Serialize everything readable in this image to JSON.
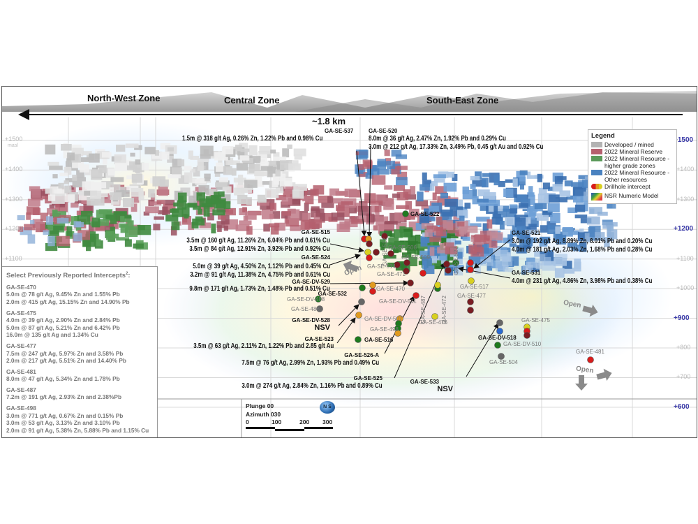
{
  "zones": [
    "North-West Zone",
    "Central Zone",
    "South-East Zone"
  ],
  "distance_label": "~1.8 km",
  "elevation_labels_right": [
    "+1500",
    "+1400",
    "+1300",
    "+1200",
    "+1100",
    "+1000",
    "+900",
    "+800",
    "+700",
    "+600"
  ],
  "elevation_left": {
    "top": "+1500",
    "unit": "masl",
    "others": [
      "+1400",
      "+1300",
      "+1200",
      "+1100"
    ]
  },
  "legend": {
    "title": "Legend",
    "items": [
      {
        "label": "Developed / mined",
        "color": "#b3b3b3"
      },
      {
        "label": "2022 Mineral Reserve",
        "color": "#b5606e"
      },
      {
        "label": "2022 Mineral Resource - higher grade zones",
        "color": "#5a9a5a"
      },
      {
        "label": "2022 Mineral Resource - Other resources",
        "color": "#4a82c0"
      },
      {
        "label": "Drillhole intercept",
        "icon": "drillhole-dots-icon"
      },
      {
        "label": "NSR Numeric Model",
        "icon": "nsr-model-swatch-icon"
      }
    ]
  },
  "intercepts": [
    {
      "hole": "GA-SE-537",
      "lines": [
        "1.5m @ 318 g/t Ag, 0.26% Zn, 1.22% Pb and 0.98% Cu"
      ]
    },
    {
      "hole": "GA-SE-520",
      "lines": [
        "8.0m @ 36 g/t Ag, 2.47% Zn, 1.92% Pb and 0.29% Cu",
        "3.0m @ 212 g/t Ag, 17.33% Zn, 3.49% Pb, 0.45 g/t Au and 0.92% Cu"
      ]
    },
    {
      "hole": "GA-SE-515",
      "lines": [
        "3.5m @ 160 g/t Ag, 11.26% Zn, 6.04% Pb and 0.61% Cu",
        "3.5m @ 84 g/t Ag, 12.91% Zn, 3.92% Pb and 0.92% Cu"
      ]
    },
    {
      "hole": "GA-SE-524",
      "lines": [
        "5.0m @ 39 g/t Ag, 4.50% Zn, 1.12% Pb and 0.45% Cu",
        "3.2m @ 91 g/t Ag, 11.38% Zn, 4.75% Pb and 0.61% Cu"
      ]
    },
    {
      "hole": "GA-SE-DV-529",
      "lines": [
        "9.8m @ 171 g/t Ag, 1.73% Zn, 1.48% Pb and 0.51% Cu"
      ]
    },
    {
      "hole": "GA-SE-523",
      "lines": [
        "3.5m @ 63 g/t Ag, 2.11% Zn, 1.22% Pb and 2.85 g/t Au"
      ]
    },
    {
      "hole": "GA-SE-526-A",
      "lines": [
        "7.5m @ 76 g/t Ag, 2.99% Zn, 1.93% Pb and 0.49% Cu"
      ]
    },
    {
      "hole": "GA-SE-525",
      "lines": [
        "3.0m @ 274 g/t Ag, 2.84% Zn, 1.16% Pb and 0.89% Cu"
      ]
    },
    {
      "hole": "GA-SE-521",
      "lines": [
        "3.0m @ 192 g/t Ag, 8.89% Zn, 8.01% Pb and 0.20% Cu",
        "4.0m @ 181 g/t Ag, 2.03% Zn, 1.68% Pb and 0.28% Cu"
      ]
    },
    {
      "hole": "GA-SE-531",
      "lines": [
        "4.0m @ 231 g/t Ag, 4.86% Zn, 3.98% Pb and 0.38% Cu"
      ]
    }
  ],
  "nsv_holes": [
    {
      "hole": "GA-SE-DV-528",
      "result": "NSV"
    },
    {
      "hole": "GA-SE-533",
      "result": "NSV"
    }
  ],
  "bold_hole_labels": [
    "GA-SE-532",
    "GA-SE-516",
    "GA-SE-522",
    "GA-SE-DV-518"
  ],
  "grey_hole_labels": [
    "GA-SE-512",
    "GA-SE-506",
    "GA-SE-509",
    "GA-SE-514",
    "GA-SE-471",
    "GA-SE-470",
    "GA-SE-487",
    "GA-SE-472",
    "GA-SE-DV-511",
    "GA-SE-517",
    "GA-SE-477",
    "GA-SE-476",
    "GA-SE-DV-507",
    "GA-SE-498",
    "GA-SE-DV-488",
    "GA-SE-486",
    "GA-SE-475",
    "GA-SE-DV-510",
    "GA-SE-504",
    "GA-SE-481",
    "GA-SE-527"
  ],
  "open_label": "Open",
  "previous": {
    "title": "Select Previously Reported Intercepts",
    "title_sup": "2",
    "title_suffix": ":",
    "groups": [
      {
        "hole": "GA-SE-470",
        "lines": [
          "5.0m @ 78 g/t Ag, 9.45% Zn and 1.55% Pb",
          "2.0m @ 415 g/t Ag, 15.15% Zn and 14.90% Pb"
        ]
      },
      {
        "hole": "GA-SE-475",
        "lines": [
          "4.0m @ 39 g/t Ag, 2.90% Zn and 2.84% Pb",
          "5.0m @ 87 g/t Ag, 5.21% Zn and 6.42% Pb",
          "16.0m @ 135 g/t Ag and 1.34% Cu"
        ]
      },
      {
        "hole": "GA-SE-477",
        "lines": [
          "7.5m @ 247 g/t Ag, 5.97% Zn and 3.58% Pb",
          "2.0m @ 217 g/t Ag, 5.51% Zn and 14.40% Pb"
        ]
      },
      {
        "hole": "GA-SE-481",
        "lines": [
          "8.0m @ 47 g/t Ag, 5.34% Zn and 1.78% Pb"
        ]
      },
      {
        "hole": "GA-SE-487",
        "lines": [
          "7.2m @ 191 g/t Ag, 2.93% Zn and 2.38%Pb"
        ]
      },
      {
        "hole": "GA-SE-498",
        "lines": [
          "3.0m @ 771 g/t Ag, 0.67% Zn and 0.15% Pb",
          "3.0m @ 53 g/t Ag, 3.13% Zn and 3.10% Pb",
          "2.0m @ 91 g/t Ag, 5.38% Zn, 5.88% Pb and 1.15% Cu"
        ]
      }
    ]
  },
  "view": {
    "plunge": "Plunge 00",
    "azimuth": "Azimuth 030",
    "compass_letters": [
      "N",
      "S"
    ],
    "scale_ticks": [
      "0",
      "100",
      "200",
      "300"
    ]
  },
  "colors": {
    "reserve": "#b5606e",
    "resource_high": "#3f8a3f",
    "resource_other": "#4a82c0",
    "developed": "#c8c8c8",
    "elevation_label": "#3a3aa8",
    "intercept_red": "#d81c1c",
    "intercept_dark": "#7a1c22",
    "intercept_orange": "#e09a20",
    "intercept_yellow": "#d8d020",
    "intercept_green": "#1e7a1e",
    "intercept_grey": "#666666",
    "intercept_blue": "#2a6ad0"
  }
}
